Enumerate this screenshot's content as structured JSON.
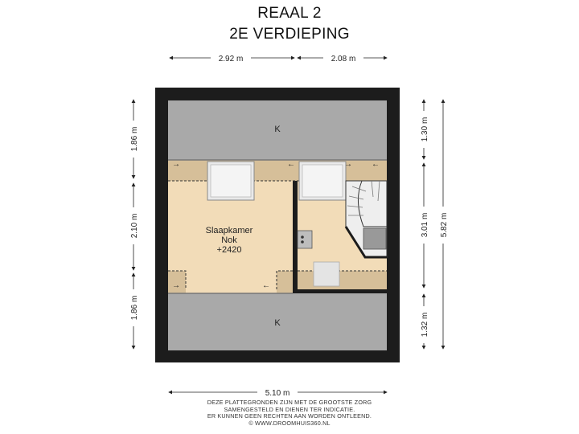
{
  "title": {
    "line1": "REAAL 2",
    "line2": "2E VERDIEPING"
  },
  "dimensions": {
    "top_left": "2.92 m",
    "top_right": "2.08 m",
    "bottom": "5.10 m",
    "left_top": "1.86 m",
    "left_middle": "2.10 m",
    "left_bottom": "1.86 m",
    "right_top": "1.30 m",
    "right_middle": "3.01 m",
    "right_bottom": "1.32 m",
    "right_total": "5.82 m"
  },
  "rooms": {
    "knee_wall_top": "K",
    "knee_wall_bottom": "K",
    "bedroom_name": "Slaapkamer",
    "bedroom_sub": "Nok",
    "bedroom_height": "+2420"
  },
  "arrows": {
    "symbol_right": "→",
    "symbol_left": "←"
  },
  "colors": {
    "wall": "#1c1c1c",
    "knee_wall_fill": "#a9a9a9",
    "floor_fill": "#f2dcb8",
    "slope_fill": "#d6bf99",
    "window_fill": "#e9e9e9",
    "stairs_fill": "#eeeeee"
  },
  "disclaimer": [
    "DEZE PLATTEGRONDEN ZIJN MET DE GROOTSTE ZORG",
    "SAMENGESTELD EN DIENEN TER INDICATIE.",
    "ER KUNNEN GEEN RECHTEN AAN WORDEN ONTLEEND.",
    "© WWW.DROOMHUIS360.NL"
  ]
}
